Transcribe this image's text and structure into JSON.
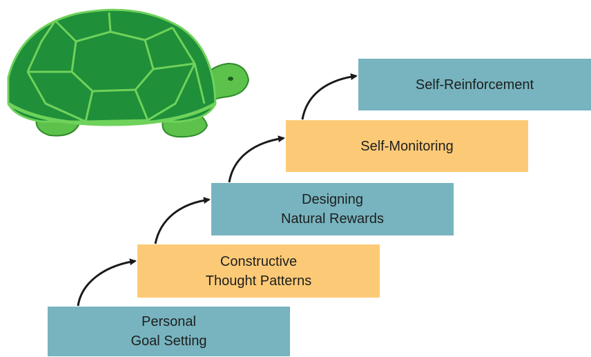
{
  "steps": [
    {
      "label": "Personal\nGoal Setting",
      "color": "#77b4bf"
    },
    {
      "label": "Constructive\nThought Patterns",
      "color": "#fcca77"
    },
    {
      "label": "Designing\nNatural Rewards",
      "color": "#77b4bf"
    },
    {
      "label": "Self-Monitoring",
      "color": "#fcca77"
    },
    {
      "label": "Self-Reinforcement",
      "color": "#77b4bf"
    }
  ],
  "colors": {
    "teal": "#77b4bf",
    "orange": "#fcca77",
    "arrow": "#1a1a1a",
    "turtle_shell": "#1f8f3a",
    "turtle_skin": "#5dc24b"
  },
  "icons": {
    "illustration": "turtle-icon",
    "connector": "curved-arrow-icon"
  }
}
